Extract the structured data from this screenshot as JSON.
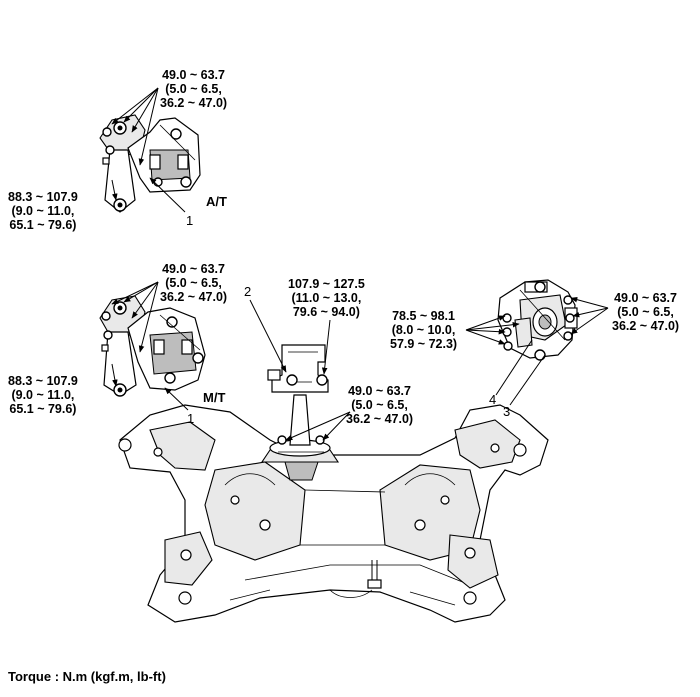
{
  "labels": {
    "at_top_torque": [
      "49.0 ~ 63.7",
      "(5.0 ~ 6.5,",
      "36.2 ~ 47.0)"
    ],
    "at_left_torque": [
      "88.3 ~ 107.9",
      "(9.0 ~ 11.0,",
      "65.1 ~ 79.6)"
    ],
    "at_tag": "A/T",
    "at_callout": "1",
    "mt_top_torque": [
      "49.0 ~ 63.7",
      "(5.0 ~ 6.5,",
      "36.2 ~ 47.0)"
    ],
    "mt_left_torque": [
      "88.3 ~ 107.9",
      "(9.0 ~ 11.0,",
      "65.1 ~ 79.6)"
    ],
    "mt_tag": "M/T",
    "mt_callout": "1",
    "rear_callout": "2",
    "rear_top_torque": [
      "107.9 ~ 127.5",
      "(11.0 ~ 13.0,",
      "79.6 ~ 94.0)"
    ],
    "rear_bottom_torque": [
      "49.0 ~ 63.7",
      "(5.0 ~ 6.5,",
      "36.2 ~ 47.0)"
    ],
    "right_left_torque": [
      "78.5 ~ 98.1",
      "(8.0 ~ 10.0,",
      "57.9 ~ 72.3)"
    ],
    "right_right_torque": [
      "49.0 ~ 63.7",
      "(5.0 ~ 6.5,",
      "36.2 ~ 47.0)"
    ],
    "right_callout_a": "4",
    "right_callout_b": "3",
    "footer": "Torque : N.m (kgf.m, lb-ft)"
  }
}
